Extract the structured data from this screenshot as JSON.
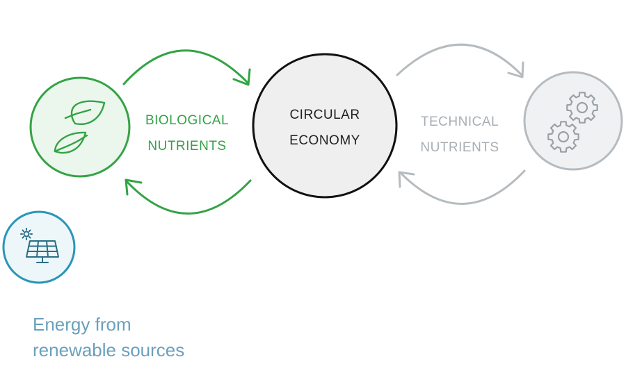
{
  "biological": {
    "line1": "BIOLOGICAL",
    "line2": "NUTRIENTS",
    "color": "#33a345",
    "circle_fill": "#ebf6ec",
    "icon": "leaves-icon"
  },
  "center": {
    "line1": "CIRCULAR",
    "line2": "ECONOMY",
    "color": "#1f1f1f",
    "circle_fill": "#efeff0"
  },
  "technical": {
    "line1": "TECHNICAL",
    "line2": "NUTRIENTS",
    "color": "#a8aeb3",
    "circle_fill": "#f0f1f2",
    "icon": "gears-icon"
  },
  "energy": {
    "line1": "Energy from",
    "line2": "renewable sources",
    "color": "#6aa0bd",
    "circle_stroke": "#2a95b8",
    "circle_fill": "#edf6f9",
    "icon": "solar-panel-icon"
  }
}
